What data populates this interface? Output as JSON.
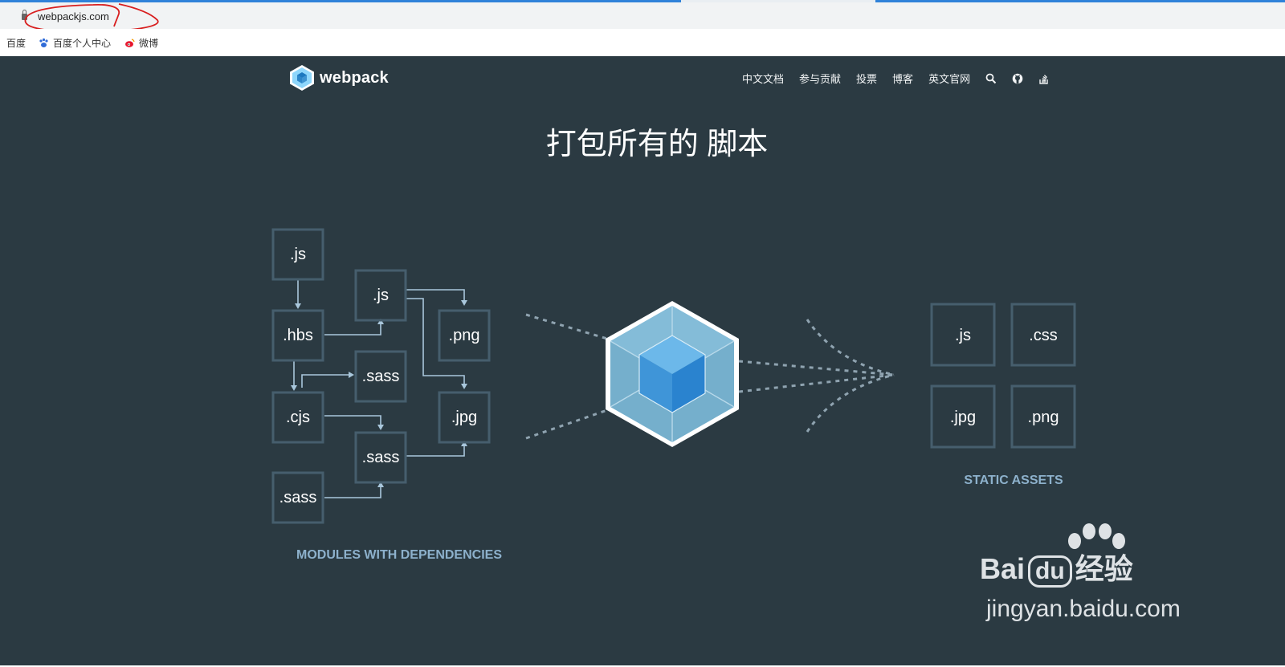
{
  "browser": {
    "url": "webpackjs.com",
    "bookmarks": [
      {
        "label": "百度",
        "icon": "none"
      },
      {
        "label": "百度个人中心",
        "icon": "baidu-paw-icon"
      },
      {
        "label": "微博",
        "icon": "weibo-icon"
      }
    ]
  },
  "header": {
    "logo_text": "webpack",
    "nav": [
      "中文文档",
      "参与贡献",
      "投票",
      "博客",
      "英文官网"
    ],
    "nav_icons": [
      "search-icon",
      "github-icon",
      "stackoverflow-icon"
    ]
  },
  "hero": {
    "headline": "打包所有的 脚本"
  },
  "diagram": {
    "modules": [
      ".js",
      ".js",
      ".hbs",
      ".png",
      ".sass",
      ".cjs",
      ".jpg",
      ".sass",
      ".sass"
    ],
    "assets": [
      ".js",
      ".css",
      ".jpg",
      ".png"
    ],
    "modules_label": "MODULES WITH DEPENDENCIES",
    "assets_label": "STATIC ASSETS"
  },
  "watermark": {
    "brand": "Bai",
    "brand_du": "du",
    "product": "经验",
    "url": "jingyan.baidu.com"
  },
  "colors": {
    "page_bg": "#2b3a42",
    "cube_light": "#8ed6fb",
    "cube_dark": "#1d78c1",
    "accent_label": "#8db1cc",
    "annotation_red": "#d81e1e"
  }
}
